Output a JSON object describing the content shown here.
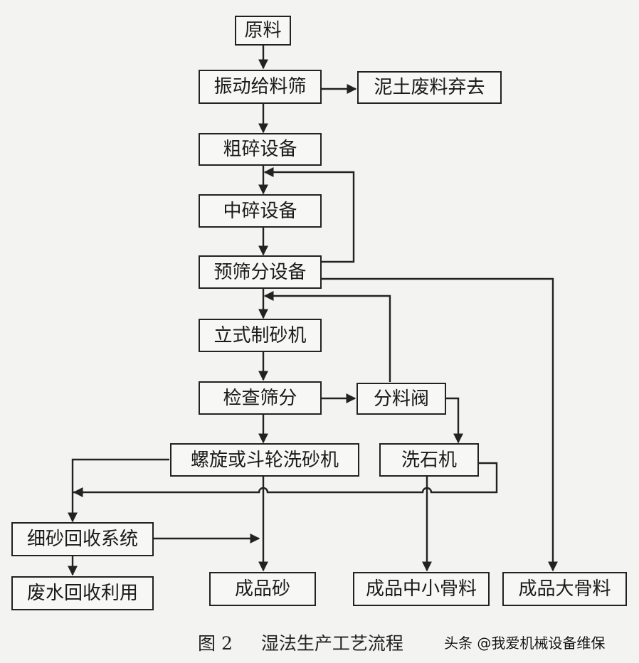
{
  "nodes": {
    "raw_material": "原料",
    "vibrating_feeder": "振动给料筛",
    "mud_waste": "泥土废料弃去",
    "coarse_crusher": "粗碎设备",
    "medium_crusher": "中碎设备",
    "pre_screening": "预筛分设备",
    "vertical_sand_maker": "立式制砂机",
    "inspection_screen": "检查筛分",
    "distributing_valve": "分料阀",
    "sand_washer": "螺旋或斗轮洗砂机",
    "stone_washer": "洗石机",
    "fine_sand_recovery": "细砂回收系统",
    "wastewater_reuse": "废水回收利用",
    "finished_sand": "成品砂",
    "finished_small_aggregate": "成品中小骨料",
    "finished_large_aggregate": "成品大骨料"
  },
  "caption": {
    "figure_no": "图 2",
    "title": "湿法生产工艺流程"
  },
  "watermark": "头条 @我爱机械设备维保",
  "colors": {
    "line": "#222222",
    "background": "#f3f3f1"
  }
}
